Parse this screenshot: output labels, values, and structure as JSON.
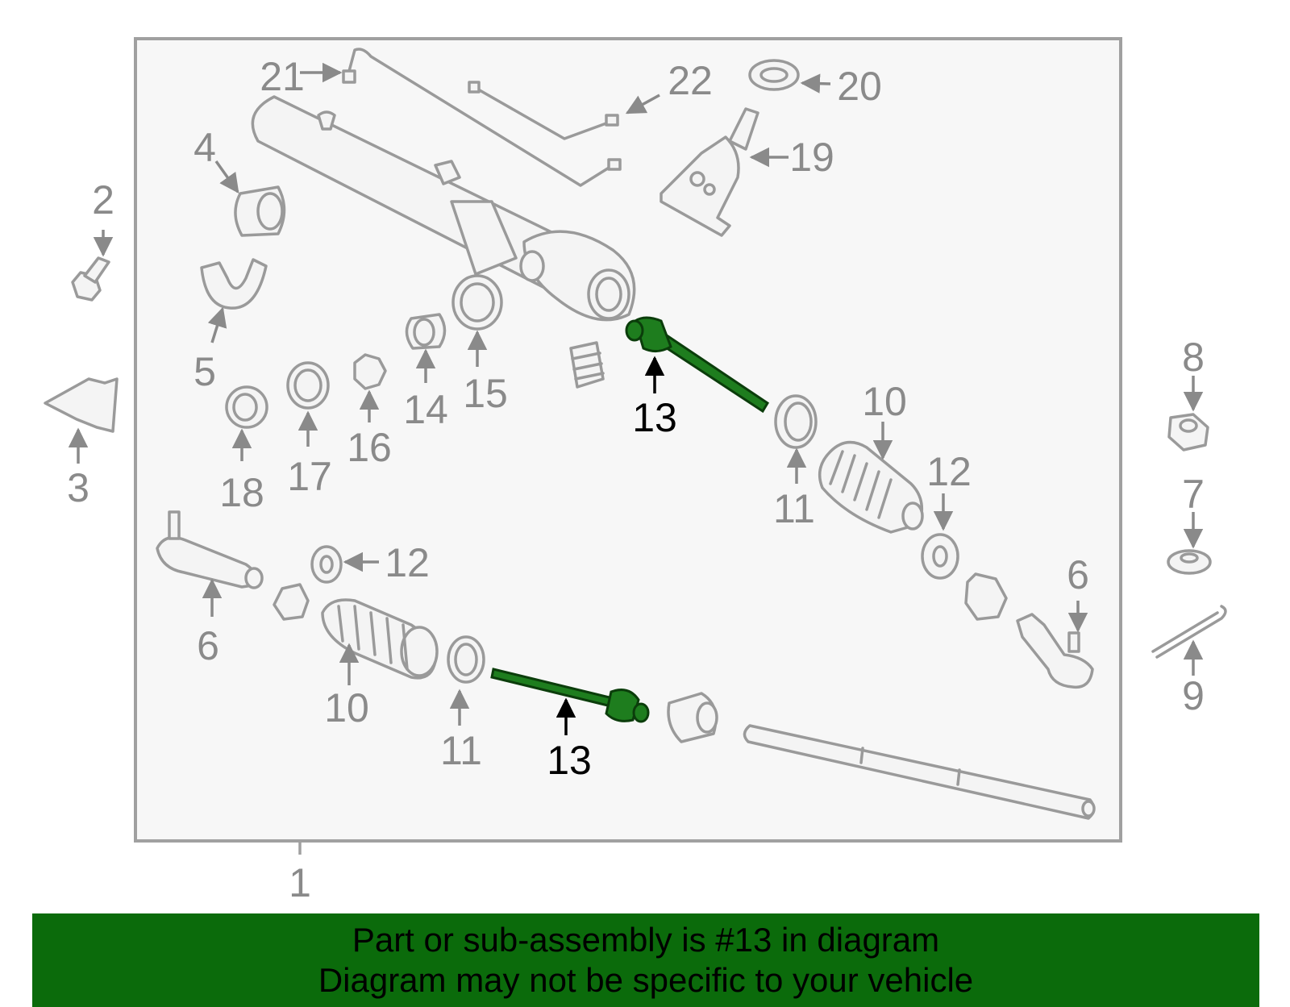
{
  "colors": {
    "frame_fill": "#f7f7f7",
    "frame_stroke": "#a0a0a0",
    "part_stroke": "#9a9a9a",
    "label_gray": "#8a8a8a",
    "highlight_fill": "#1e7d1e",
    "highlight_stroke": "#0b3d0b",
    "banner_bg": "#0b6b0b",
    "banner_text": "#000000"
  },
  "callouts": {
    "c1": "1",
    "c2": "2",
    "c3": "3",
    "c4": "4",
    "c5": "5",
    "c6a": "6",
    "c6b": "6",
    "c7": "7",
    "c8": "8",
    "c9": "9",
    "c10a": "10",
    "c10b": "10",
    "c11a": "11",
    "c11b": "11",
    "c12a": "12",
    "c12b": "12",
    "c13a": "13",
    "c13b": "13",
    "c14": "14",
    "c15": "15",
    "c16": "16",
    "c17": "17",
    "c18": "18",
    "c19": "19",
    "c20": "20",
    "c21": "21",
    "c22": "22"
  },
  "highlighted_part": "13",
  "banner": {
    "line1": "Part or sub-assembly is #13 in diagram",
    "line2": "Diagram may not be specific to your vehicle"
  }
}
